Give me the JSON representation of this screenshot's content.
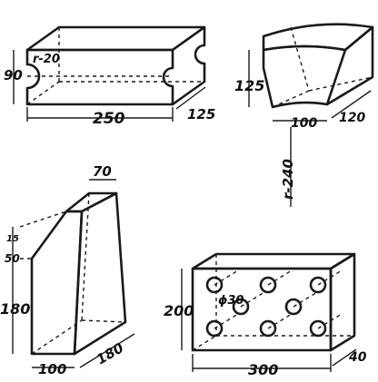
{
  "figures": {
    "slotted_block": {
      "radius": "r-20",
      "height": "90",
      "length": "250",
      "width": "125"
    },
    "arch_block": {
      "height": "125",
      "top_width": "100",
      "depth": "120",
      "radius": "r-240"
    },
    "wedge_block": {
      "top": "70",
      "dim_a": "15",
      "dim_b": "50",
      "height": "180",
      "bottom_width": "100",
      "depth": "180"
    },
    "perforated_block": {
      "hole_diameter": "ϕ30",
      "height": "200",
      "length": "300",
      "width": "40"
    }
  },
  "colors": {
    "ink": "#1a1a1a",
    "paper": "#ffffff"
  }
}
